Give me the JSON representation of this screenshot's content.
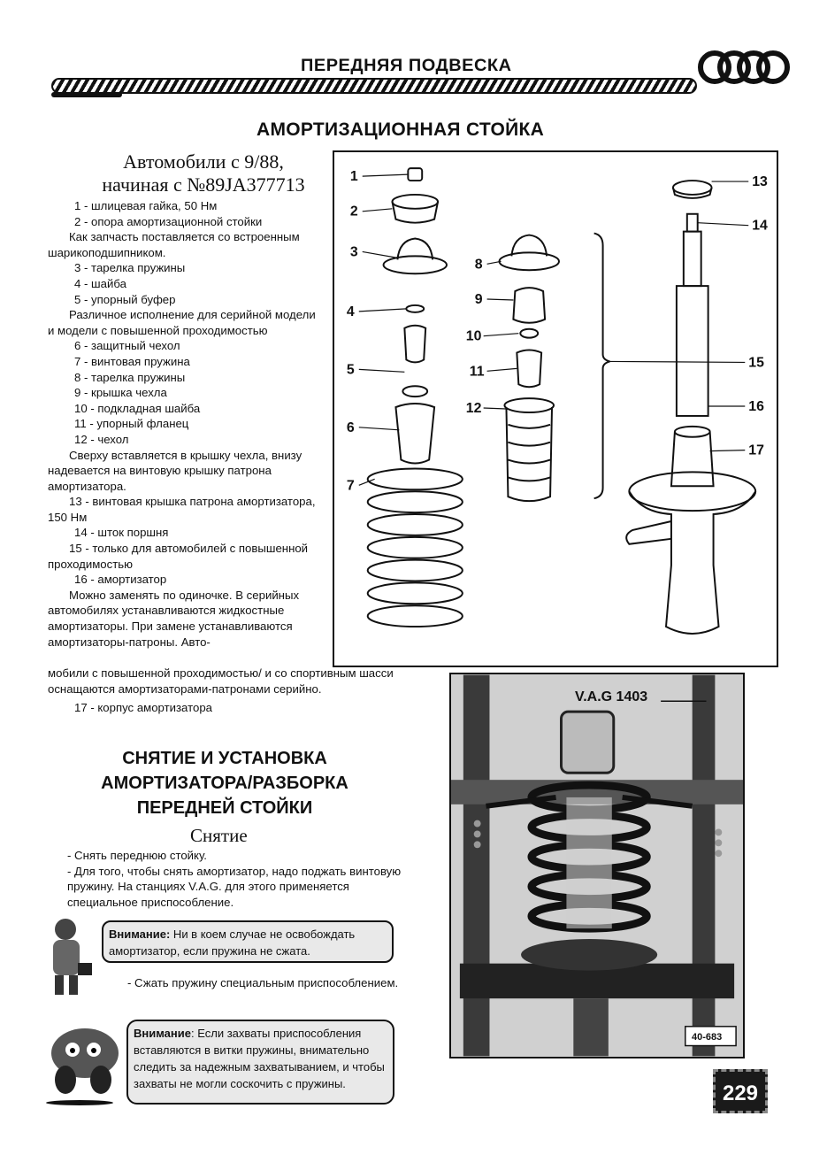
{
  "header": {
    "running_head": "ПЕРЕДНЯЯ ПОДВЕСКА",
    "logo_name": "audi-rings-logo"
  },
  "section_title": "АМОРТИЗАЦИОННАЯ СТОЙКА",
  "models": {
    "line1": "Автомобили с 9/88,",
    "line2": "начиная с  №89JA377713"
  },
  "legend": [
    {
      "text": "1 - шлицевая гайка, 50 Нм",
      "style": "item"
    },
    {
      "text": "2 - опора амортизационной стойки",
      "style": "item"
    },
    {
      "text": "Как запчасть поставляется со встроенным шарикоподшипником.",
      "style": "note"
    },
    {
      "text": "3 - тарелка пружины",
      "style": "item"
    },
    {
      "text": "4 - шайба",
      "style": "item"
    },
    {
      "text": "5 - упорный буфер",
      "style": "item"
    },
    {
      "text": "Различное исполнение для серийной модели и модели с повышенной проходимостью",
      "style": "note"
    },
    {
      "text": "6 - защитный чехол",
      "style": "item"
    },
    {
      "text": "7 - винтовая пружина",
      "style": "item"
    },
    {
      "text": "8 - тарелка пружины",
      "style": "item"
    },
    {
      "text": "9 - крышка чехла",
      "style": "item"
    },
    {
      "text": "10 - подкладная шайба",
      "style": "item"
    },
    {
      "text": "11 - упорный фланец",
      "style": "item"
    },
    {
      "text": "12 - чехол",
      "style": "item"
    },
    {
      "text": "Сверху вставляется в крышку чехла, внизу надевается на винтовую крышку патрона амортизатора.",
      "style": "note"
    },
    {
      "text": "13 - винтовая крышка патрона амортизатора, 150 Нм",
      "style": "note"
    },
    {
      "text": "14 - шток поршня",
      "style": "item"
    },
    {
      "text": "15 - только для автомобилей с повышенной проходимостью",
      "style": "note"
    },
    {
      "text": "16 - амортизатор",
      "style": "item"
    },
    {
      "text": "Можно заменять по одиночке. В серийных автомобилях устанавливаются жидкостные амортизаторы. При замене устанавливаются амортизаторы-патроны. Авто-",
      "style": "note"
    }
  ],
  "legend_tail": {
    "continuation": "мобили с повышенной проходимостью/ и со спортивным шасси оснащаются амортизаторами-патронами серийно.",
    "item17": "17 - корпус амортизатора"
  },
  "figure1": {
    "callouts": [
      "1",
      "2",
      "3",
      "4",
      "5",
      "6",
      "7",
      "8",
      "9",
      "10",
      "11",
      "12",
      "13",
      "14",
      "15",
      "16",
      "17"
    ]
  },
  "figure2": {
    "tool_label": "V.A.G 1403",
    "figure_code": "40-683"
  },
  "removal_section": {
    "title_lines": [
      "СНЯТИЕ И УСТАНОВКА",
      "АМОРТИЗАТОРА/РАЗБОРКА",
      "ПЕРЕДНЕЙ СТОЙКИ"
    ],
    "subtitle": "Снятие",
    "steps": [
      "- Снять переднюю стойку.",
      "- Для того, чтобы снять амортизатор, надо поджать винтовую пружину. На станциях V.A.G. для этого применяется специальное приспособление."
    ],
    "step3": "- Сжать пружину специальным приспособлением."
  },
  "notes": [
    {
      "label": "Внимание:",
      "text": " Ни в коем случае не освобождать амортизатор, если пружина не сжата."
    },
    {
      "label": "Внимание",
      "text": ": Если захваты приспособления вставляются в витки пружины, внимательно следить за надежным захватыванием, и чтобы захваты не могли соскочить с пружины."
    }
  ],
  "page_number": "229"
}
